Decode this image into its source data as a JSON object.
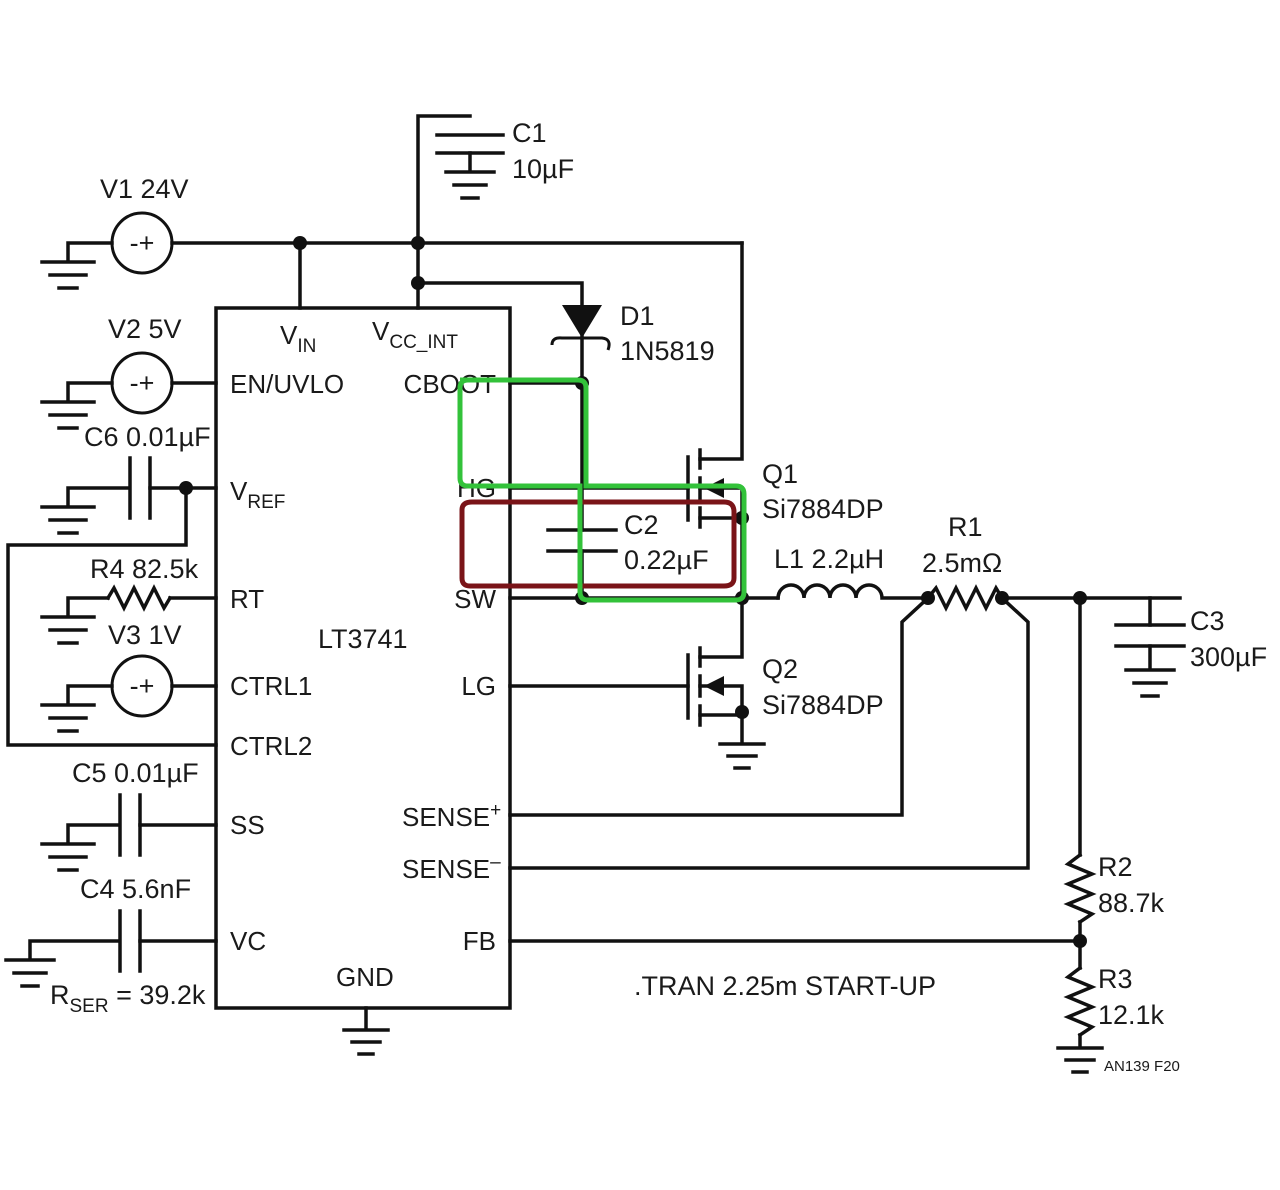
{
  "ic": {
    "name": "LT3741",
    "pins": {
      "vin": "V",
      "vin_sub": "IN",
      "vcc": "V",
      "vcc_sub": "CC_INT",
      "en": "EN/UVLO",
      "vref": "V",
      "vref_sub": "REF",
      "rt": "RT",
      "ctrl1": "CTRL1",
      "ctrl2": "CTRL2",
      "ss": "SS",
      "vc": "VC",
      "gnd": "GND",
      "cboot": "CBOOT",
      "hg": "HG",
      "sw": "SW",
      "lg": "LG",
      "senseplus": "SENSE",
      "senseplus_sup": "+",
      "senseminus": "SENSE",
      "senseminus_sup": "–",
      "fb": "FB"
    }
  },
  "components": {
    "c1": {
      "ref": "C1",
      "value": "10µF"
    },
    "v1": {
      "label": "V1 24V"
    },
    "v2": {
      "label": "V2 5V"
    },
    "v3": {
      "label": "V3 1V"
    },
    "c6": {
      "label": "C6 0.01µF"
    },
    "r4": {
      "label": "R4 82.5k"
    },
    "c5": {
      "label": "C5 0.01µF"
    },
    "c4": {
      "label": "C4 5.6nF"
    },
    "rser": {
      "prefix": "R",
      "sub": "SER",
      "value": " = 39.2k"
    },
    "d1": {
      "ref": "D1",
      "value": "1N5819"
    },
    "q1": {
      "ref": "Q1",
      "value": "Si7884DP"
    },
    "q2": {
      "ref": "Q2",
      "value": "Si7884DP"
    },
    "c2": {
      "ref": "C2",
      "value": "0.22µF"
    },
    "l1": {
      "label": "L1 2.2µH"
    },
    "r1": {
      "ref": "R1",
      "value": "2.5mΩ"
    },
    "c3": {
      "ref": "C3",
      "value": "300µF"
    },
    "r2": {
      "ref": "R2",
      "value": "88.7k"
    },
    "r3": {
      "ref": "R3",
      "value": "12.1k"
    }
  },
  "source_symbol": "-+",
  "directive": ".TRAN 2.25m START-UP",
  "figure_id": "AN139 F20",
  "highlights": {
    "green": "#33c23a",
    "red": "#7a1418"
  }
}
